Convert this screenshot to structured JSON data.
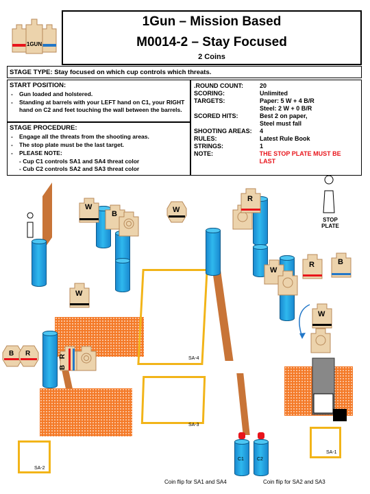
{
  "logo": {
    "text": "1GUN"
  },
  "header": {
    "line1": "1Gun – Mission Based",
    "line2": "M0014-2 – Stay Focused",
    "line3": "2 Coins"
  },
  "stage_type": "STAGE TYPE: Stay focused on which cup controls which threats.",
  "start_position": {
    "heading": "START POSITION:",
    "items": [
      "Gun loaded and holstered.",
      "Standing at barrels with your LEFT hand on C1, your RIGHT hand on C2 and feet touching the wall between the barrels."
    ]
  },
  "stage_procedure": {
    "heading": "STAGE PROCEDURE:",
    "items": [
      "Engage all the threats from the shooting areas.",
      "The stop plate must be the last target.",
      "PLEASE NOTE:"
    ],
    "notes": [
      "- Cup C1 controls SA1 and SA4 threat color",
      "- Cub C2 controls SA2 and SA3 threat color"
    ]
  },
  "stats": {
    "round_count": {
      "label": ".ROUND COUNT:",
      "value": "20"
    },
    "scoring": {
      "label": "SCORING:",
      "value": "Unlimited"
    },
    "targets": {
      "label": "TARGETS:",
      "value": "Paper: 5 W + 4 B/R",
      "value2": "Steel:  2 W + 0 B/R"
    },
    "scored_hits": {
      "label": "SCORED HITS:",
      "value": "Best 2 on paper,",
      "value2": "Steel must fall"
    },
    "shooting_areas": {
      "label": "SHOOTING AREAS:",
      "value": "4"
    },
    "rules": {
      "label": "RULES:",
      "value": "Latest Rule Book"
    },
    "strings": {
      "label": "STRINGS:",
      "value": "1"
    },
    "note": {
      "label": "NOTE:",
      "value": "THE STOP PLATE MUST BE LAST"
    }
  },
  "diagram": {
    "stop_plate": "STOP\nPLATE",
    "target_letters": {
      "w": "W",
      "b": "B",
      "r": "R"
    },
    "areas": {
      "sa1": "SA-1",
      "sa2": "SA-2",
      "sa3": "SA-3",
      "sa4": "SA-4"
    },
    "cups": {
      "c1": "C1",
      "c2": "C2"
    },
    "coin_flip_1": "Coin flip for SA1 and SA4",
    "coin_flip_2": "Coin flip for SA2 and SA3",
    "colors": {
      "zone": "#f2b418",
      "mesh": "#f47a28",
      "wall": "#c87437",
      "barrel": "#2fb8ee",
      "target": "#ecd3ac",
      "red": "#e8141b",
      "blue": "#2277c8"
    }
  }
}
